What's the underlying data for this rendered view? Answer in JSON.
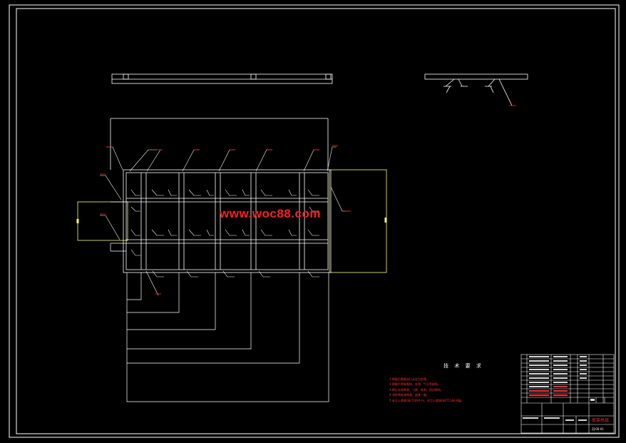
{
  "watermark": "www.woc88.com",
  "technical_requirements": {
    "title": "技 术 要 求",
    "notes": [
      "1.焊接后需要进行去应力处理。",
      "2.焊缝不得有裂纹、夹渣、气孔等缺陷。",
      "3.焊后去除焊渣、飞溅、毛刺、锐边倒钝。",
      "4.涂防锈底漆两遍，面漆一遍。",
      "5.未注公差按GB/T1804-m，形位公差按GB/T1184-K级。"
    ]
  },
  "title_block": {
    "drawing_title": "底架总成",
    "drawing_number": "ZJ-00-01"
  },
  "colors": {
    "background": "#000000",
    "lines": "#ffffff",
    "annotations": "#ff2020",
    "outline": "#ffff66"
  }
}
